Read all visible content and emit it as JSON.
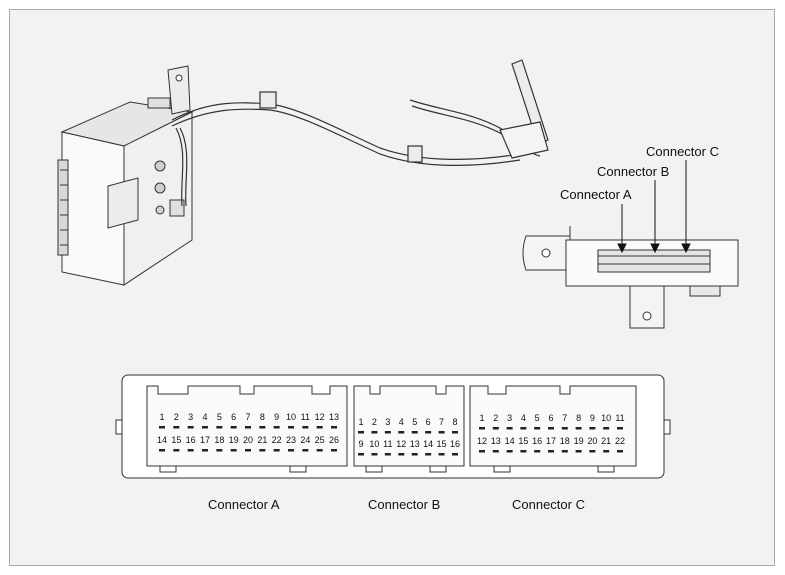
{
  "callouts": {
    "connector_a": "Connector A",
    "connector_b": "Connector B",
    "connector_c": "Connector C"
  },
  "connectors": {
    "a": {
      "label": "Connector A",
      "top_pins": [
        "1",
        "2",
        "3",
        "4",
        "5",
        "6",
        "7",
        "8",
        "9",
        "10",
        "11",
        "12",
        "13"
      ],
      "bottom_pins": [
        "14",
        "15",
        "16",
        "17",
        "18",
        "19",
        "20",
        "21",
        "22",
        "23",
        "24",
        "25",
        "26"
      ]
    },
    "b": {
      "label": "Connector B",
      "top_pins": [
        "1",
        "2",
        "3",
        "4",
        "5",
        "6",
        "7",
        "8"
      ],
      "bottom_pins": [
        "9",
        "10",
        "11",
        "12",
        "13",
        "14",
        "15",
        "16"
      ]
    },
    "c": {
      "label": "Connector C",
      "top_pins": [
        "1",
        "2",
        "3",
        "4",
        "5",
        "6",
        "7",
        "8",
        "9",
        "10",
        "11"
      ],
      "bottom_pins": [
        "12",
        "13",
        "14",
        "15",
        "16",
        "17",
        "18",
        "19",
        "20",
        "21",
        "22"
      ]
    }
  }
}
